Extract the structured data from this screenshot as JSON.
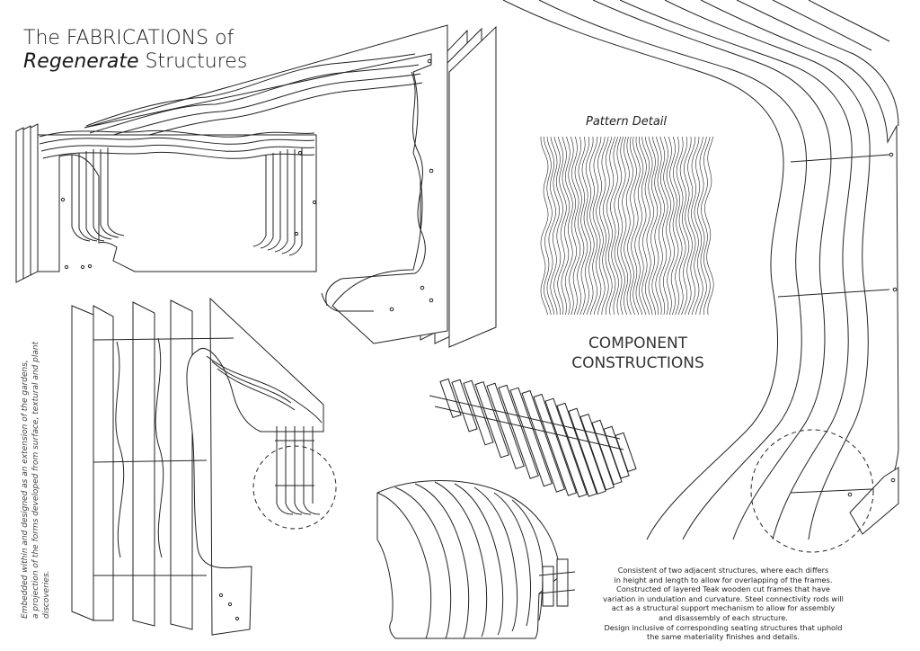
{
  "title": {
    "line1": "The FABRICATIONS of",
    "line2_italic": "Regenerate",
    "line2_rest": " Structures"
  },
  "pattern_detail": {
    "label": "Pattern Detail"
  },
  "section_heading": {
    "line1": "COMPONENT",
    "line2": "CONSTRUCTIONS"
  },
  "side_caption": {
    "line1": "Embedded within and designed as an extension of the gardens,",
    "line2": "a projection of the forms developed from surface, textural and plant discoveries."
  },
  "description": {
    "lines": [
      "Consistent of two adjacent structures, where each differs",
      "in height and length to allow for overlapping of the frames.",
      "Constructed of layered Teak wooden cut frames that have",
      "variation in undulation and curvature. Steel connectivity rods will",
      "act as a structural support mechanism to allow for assembly",
      "and disassembly of each structure.",
      "Design inclusive of corresponding seating structures that uphold",
      "the same materiality finishes and details."
    ]
  }
}
